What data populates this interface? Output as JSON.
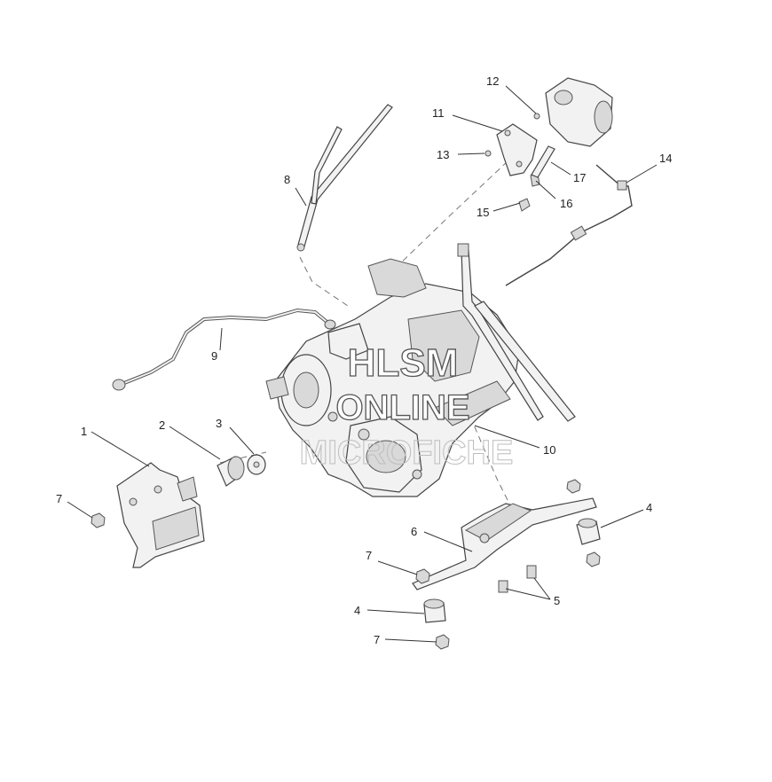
{
  "watermark": {
    "line1": "HLSM",
    "line2": "ONLINE",
    "line3": "MICROFICHE"
  },
  "callouts": {
    "c1": "1",
    "c2": "2",
    "c3": "3",
    "c4a": "4",
    "c4b": "4",
    "c5": "5",
    "c6": "6",
    "c7a": "7",
    "c7b": "7",
    "c7c": "7",
    "c8": "8",
    "c9": "9",
    "c10": "10",
    "c11": "11",
    "c12": "12",
    "c13": "13",
    "c14": "14",
    "c15": "15",
    "c16": "16",
    "c17": "17"
  }
}
